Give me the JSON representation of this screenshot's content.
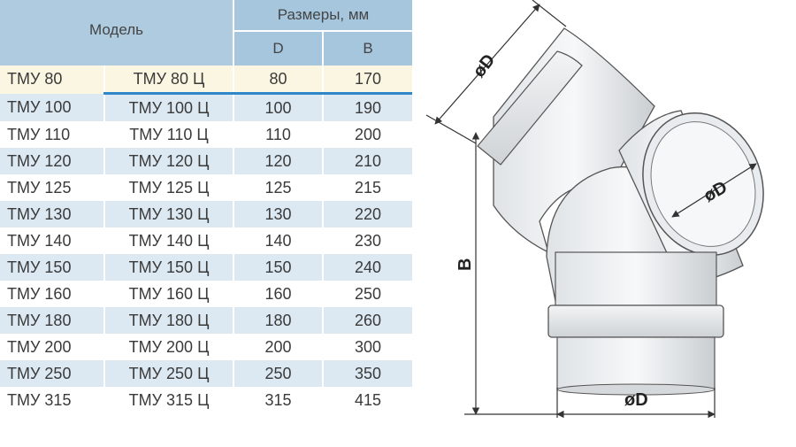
{
  "table": {
    "header_model": "Модель",
    "header_sizes": "Размеры, мм",
    "col_D": "D",
    "col_B": "B",
    "rows": [
      {
        "model": "ТМУ 80",
        "model_c": "ТМУ 80 Ц",
        "D": "80",
        "B": "170"
      },
      {
        "model": "ТМУ 100",
        "model_c": "ТМУ 100 Ц",
        "D": "100",
        "B": "190"
      },
      {
        "model": "ТМУ 110",
        "model_c": "ТМУ 110 Ц",
        "D": "110",
        "B": "200"
      },
      {
        "model": "ТМУ 120",
        "model_c": "ТМУ 120 Ц",
        "D": "120",
        "B": "210"
      },
      {
        "model": "ТМУ 125",
        "model_c": "ТМУ 125 Ц",
        "D": "125",
        "B": "215"
      },
      {
        "model": "ТМУ 130",
        "model_c": "ТМУ 130 Ц",
        "D": "130",
        "B": "220"
      },
      {
        "model": "ТМУ 140",
        "model_c": "ТМУ 140 Ц",
        "D": "140",
        "B": "230"
      },
      {
        "model": "ТМУ 150",
        "model_c": "ТМУ 150 Ц",
        "D": "150",
        "B": "240"
      },
      {
        "model": "ТМУ 160",
        "model_c": "ТМУ 160 Ц",
        "D": "160",
        "B": "250"
      },
      {
        "model": "ТМУ 180",
        "model_c": "ТМУ 180 Ц",
        "D": "180",
        "B": "260"
      },
      {
        "model": "ТМУ 200",
        "model_c": "ТМУ 200 Ц",
        "D": "200",
        "B": "300"
      },
      {
        "model": "ТМУ 250",
        "model_c": "ТМУ 250 Ц",
        "D": "250",
        "B": "350"
      },
      {
        "model": "ТМУ 315",
        "model_c": "ТМУ 315 Ц",
        "D": "315",
        "B": "415"
      }
    ]
  },
  "drawing": {
    "label_top": "øD",
    "label_side": "øD",
    "label_bottom": "øD",
    "label_height": "B"
  },
  "colors": {
    "header_blue": "#a6c6de",
    "stripe_blue": "#dce9f3",
    "highlight_row": "#fbf6e1",
    "highlight_line": "#2f86c8"
  }
}
